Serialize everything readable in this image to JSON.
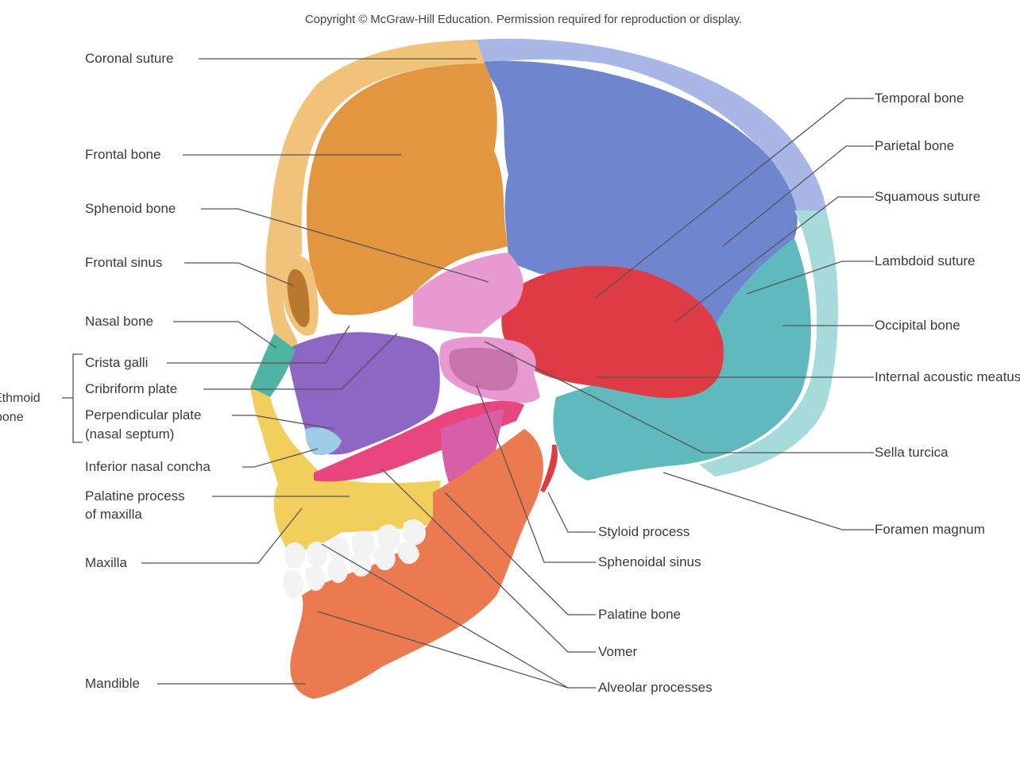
{
  "copyright": "Copyright © McGraw-Hill Education. Permission required for reproduction or display.",
  "colors": {
    "frontal": "#e2963f",
    "frontal_rim": "#f0c27a",
    "parietal": "#6f86cf",
    "parietal_rim": "#a9b7e6",
    "occipital": "#5fb9bd",
    "occipital_rim": "#a6dadb",
    "temporal": "#df3b44",
    "sphenoid": "#e89ad0",
    "ethmoid": "#8e66c4",
    "nasal": "#4fb3a2",
    "maxilla": "#f2cf5c",
    "mandible": "#ec7a50",
    "vomer": "#e8467f",
    "palatine": "#d95ea8",
    "concha": "#9ecbe6",
    "teeth": "#f3f3f3",
    "leader": "#555555"
  },
  "labels_left": {
    "coronal_suture": "Coronal suture",
    "frontal_bone": "Frontal bone",
    "sphenoid_bone": "Sphenoid bone",
    "frontal_sinus": "Frontal sinus",
    "nasal_bone": "Nasal bone",
    "crista_galli": "Crista galli",
    "cribriform_plate": "Cribriform plate",
    "perpendicular_plate_1": "Perpendicular plate",
    "perpendicular_plate_2": "(nasal septum)",
    "inferior_nasal_concha": "Inferior nasal concha",
    "palatine_process_1": "Palatine process",
    "palatine_process_2": "of maxilla",
    "maxilla": "Maxilla",
    "mandible": "Mandible"
  },
  "ethmoid_group": {
    "line1": "Ethmoid",
    "line2": "bone"
  },
  "labels_right": {
    "temporal_bone": "Temporal bone",
    "parietal_bone": "Parietal bone",
    "squamous_suture": "Squamous suture",
    "lambdoid_suture": "Lambdoid suture",
    "occipital_bone": "Occipital bone",
    "internal_acoustic_meatus": "Internal acoustic meatus",
    "sella_turcica": "Sella turcica",
    "foramen_magnum": "Foramen magnum"
  },
  "labels_bottom": {
    "styloid_process": "Styloid process",
    "sphenoidal_sinus": "Sphenoidal sinus",
    "palatine_bone": "Palatine bone",
    "vomer": "Vomer",
    "alveolar_processes": "Alveolar processes"
  }
}
